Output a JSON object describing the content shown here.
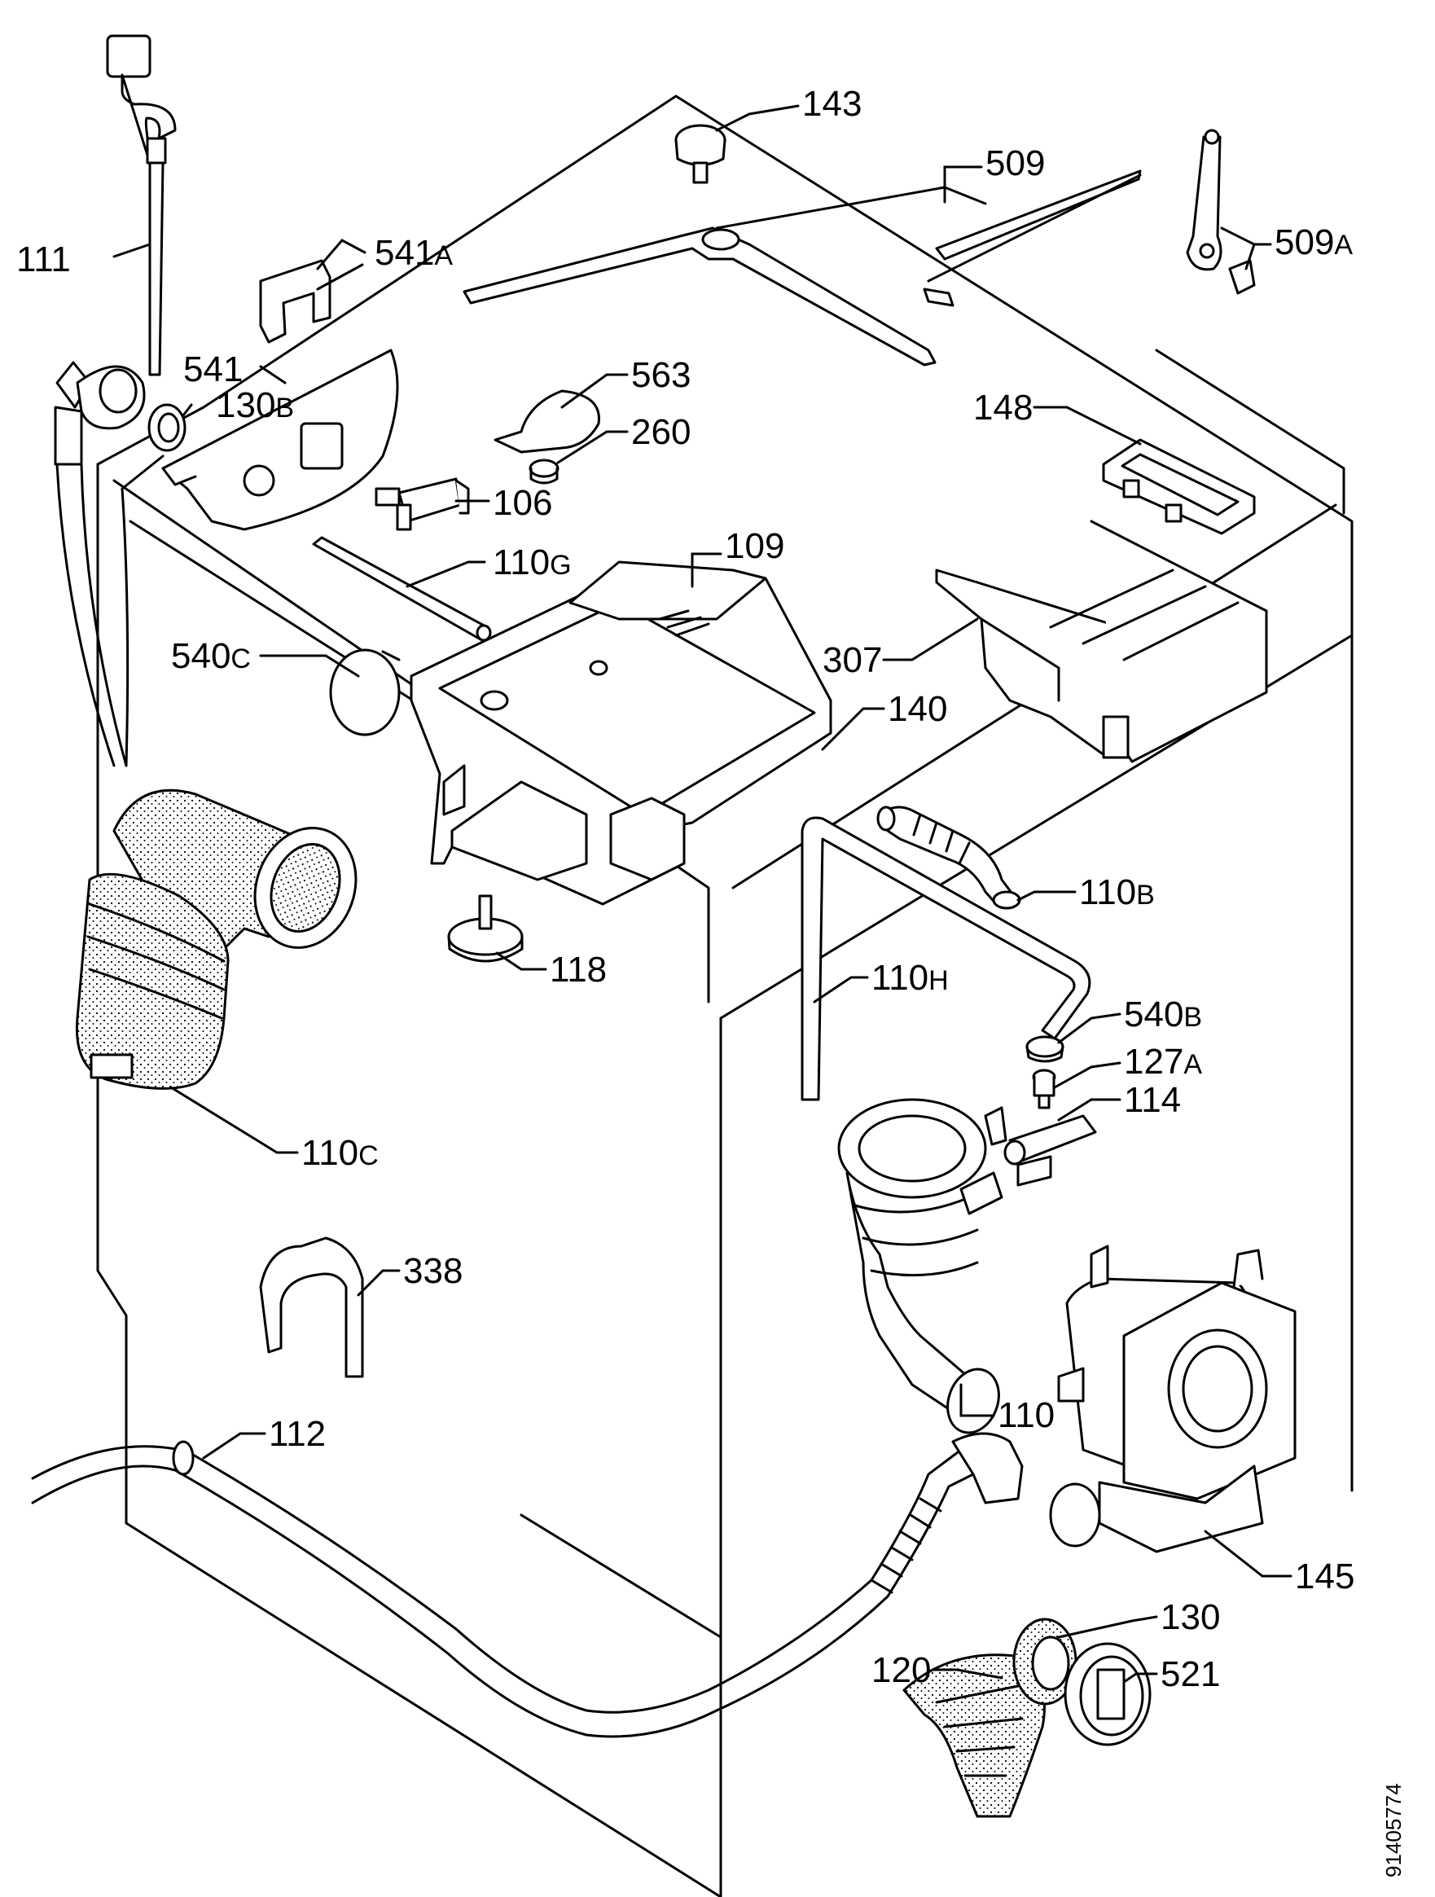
{
  "labels": {
    "p111": {
      "num": "111",
      "suf": ""
    },
    "p541a": {
      "num": "541",
      "suf": "A"
    },
    "p541": {
      "num": "541",
      "suf": ""
    },
    "p130b": {
      "num": "130",
      "suf": "B"
    },
    "p143": {
      "num": "143",
      "suf": ""
    },
    "p509": {
      "num": "509",
      "suf": ""
    },
    "p509a": {
      "num": "509",
      "suf": "A"
    },
    "p563": {
      "num": "563",
      "suf": ""
    },
    "p260": {
      "num": "260",
      "suf": ""
    },
    "p106": {
      "num": "106",
      "suf": ""
    },
    "p148": {
      "num": "148",
      "suf": ""
    },
    "p110g": {
      "num": "110",
      "suf": "G"
    },
    "p109": {
      "num": "109",
      "suf": ""
    },
    "p540c": {
      "num": "540",
      "suf": "C"
    },
    "p307": {
      "num": "307",
      "suf": ""
    },
    "p140": {
      "num": "140",
      "suf": ""
    },
    "p110b": {
      "num": "110",
      "suf": "B"
    },
    "p118": {
      "num": "118",
      "suf": ""
    },
    "p110h": {
      "num": "110",
      "suf": "H"
    },
    "p540b": {
      "num": "540",
      "suf": "B"
    },
    "p127a": {
      "num": "127",
      "suf": "A"
    },
    "p114": {
      "num": "114",
      "suf": ""
    },
    "p110c": {
      "num": "110",
      "suf": "C"
    },
    "p338": {
      "num": "338",
      "suf": ""
    },
    "p110": {
      "num": "110",
      "suf": ""
    },
    "p112": {
      "num": "112",
      "suf": ""
    },
    "p145": {
      "num": "145",
      "suf": ""
    },
    "p130": {
      "num": "130",
      "suf": ""
    },
    "p120": {
      "num": "120",
      "suf": ""
    },
    "p521": {
      "num": "521",
      "suf": ""
    }
  },
  "document_number": "91405774"
}
